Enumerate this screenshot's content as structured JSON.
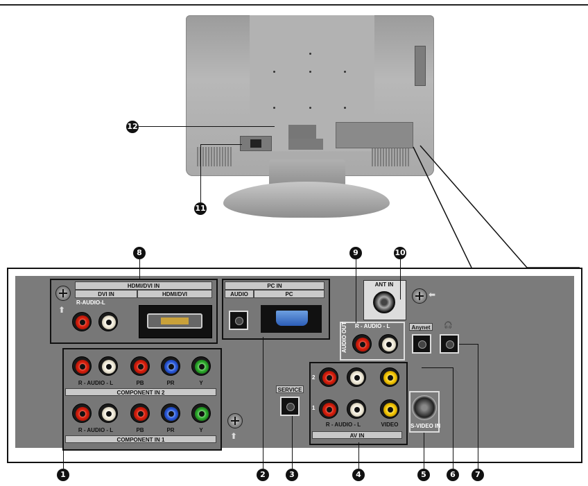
{
  "callouts": {
    "c1": "1",
    "c2": "2",
    "c3": "3",
    "c4": "4",
    "c5": "5",
    "c6": "6",
    "c7": "7",
    "c8": "8",
    "c9": "9",
    "c10": "10",
    "c11": "11",
    "c12": "12"
  },
  "hdmi": {
    "header": "HDMI/DVI IN",
    "dvi_in": "DVI IN",
    "hdmi_dvi": "HDMI/DVI",
    "audio_label": "R-AUDIO-L"
  },
  "pc": {
    "header": "PC IN",
    "audio": "AUDIO",
    "pc": "PC"
  },
  "component": {
    "in2": "COMPONENT IN  2",
    "in1": "COMPONENT IN  1",
    "audio": "R - AUDIO - L",
    "pb": "PB",
    "pr": "PR",
    "y": "Y"
  },
  "service": "SERVICE",
  "ant_in": "ANT IN",
  "audio_out": {
    "vertical": "AUDIO OUT",
    "label": "R - AUDIO - L"
  },
  "anynet": "Anynet",
  "headphone_icon": "headphone-icon",
  "av": {
    "row2": "2",
    "row1": "1",
    "audio": "R - AUDIO - L",
    "video": "VIDEO",
    "footer": "AV IN"
  },
  "svideo": "S-VIDEO IN"
}
